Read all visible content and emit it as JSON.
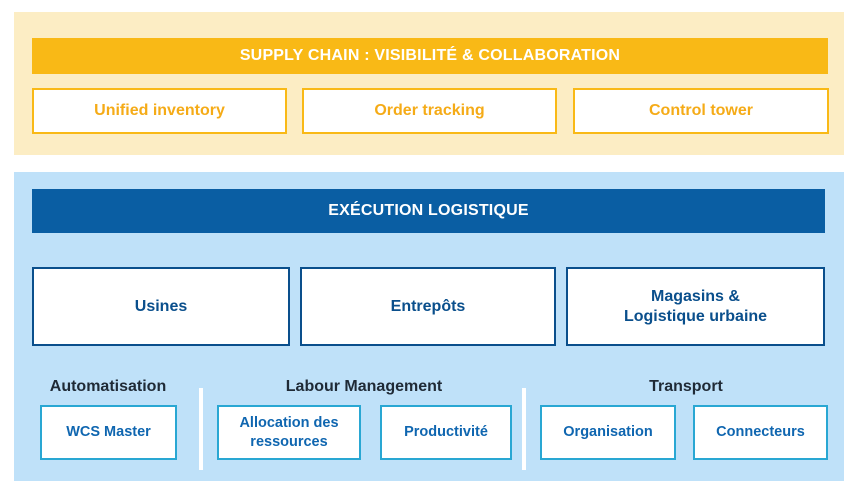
{
  "supply_chain": {
    "title": "SUPPLY CHAIN : VISIBILITÉ & COLLABORATION",
    "items": [
      "Unified inventory",
      "Order tracking",
      "Control tower"
    ]
  },
  "logistics": {
    "title": "EXÉCUTION LOGISTIQUE",
    "sites": [
      "Usines",
      "Entrepôts",
      "Magasins &\nLogistique urbaine"
    ],
    "groups": [
      {
        "title": "Automatisation",
        "items": [
          "WCS Master"
        ]
      },
      {
        "title": "Labour Management",
        "items": [
          "Allocation des\nressources",
          "Productivité"
        ]
      },
      {
        "title": "Transport",
        "items": [
          "Organisation",
          "Connecteurs"
        ]
      }
    ]
  },
  "colors": {
    "supply_chain_accent": "#f9b916",
    "supply_chain_bg": "#fcedc4",
    "logistics_accent": "#0a5ea3",
    "logistics_bg": "#bfe1f9",
    "module_border": "#29a7d3"
  }
}
